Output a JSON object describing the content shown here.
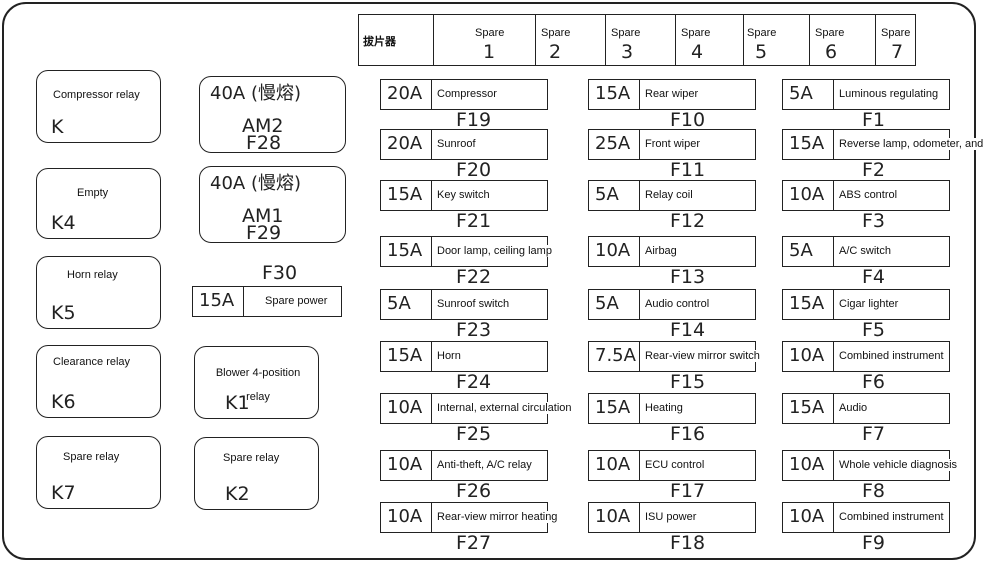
{
  "spare_strip": {
    "header": "拔片器",
    "slots": [
      {
        "label": "Spare",
        "number": "1"
      },
      {
        "label": "Spare",
        "number": "2"
      },
      {
        "label": "Spare",
        "number": "3"
      },
      {
        "label": "Spare",
        "number": "4"
      },
      {
        "label": "Spare",
        "number": "5"
      },
      {
        "label": "Spare",
        "number": "6"
      },
      {
        "label": "Spare",
        "number": "7"
      }
    ]
  },
  "relays": {
    "k_unknown": {
      "label": "Compressor relay",
      "code": "K"
    },
    "k4": {
      "label": "Empty",
      "code": "K4"
    },
    "k5": {
      "label": "Horn relay",
      "code": "K5"
    },
    "k6": {
      "label": "Clearance relay",
      "code": "K6"
    },
    "k7": {
      "label": "Spare relay",
      "code": "K7"
    },
    "k1": {
      "label": "Blower 4-position relay",
      "code": "K1"
    },
    "k2": {
      "label": "Spare relay",
      "code": "K2"
    }
  },
  "amp_fuses": {
    "f28": {
      "amp": "40A (慢熔)",
      "name": "AM2",
      "code": "F28"
    },
    "f29": {
      "amp": "40A (慢熔)",
      "name": "AM1",
      "code": "F29"
    }
  },
  "f30": {
    "amp": "15A",
    "label": "Spare power",
    "code": "F30"
  },
  "fuses_col1": [
    {
      "amp": "20A",
      "label": "Compressor",
      "code": "F19"
    },
    {
      "amp": "20A",
      "label": "Sunroof",
      "code": "F20"
    },
    {
      "amp": "15A",
      "label": "Key switch",
      "code": "F21"
    },
    {
      "amp": "15A",
      "label": "Door lamp, ceiling lamp",
      "code": "F22"
    },
    {
      "amp": "5A",
      "label": "Sunroof switch",
      "code": "F23"
    },
    {
      "amp": "15A",
      "label": "Horn",
      "code": "F24"
    },
    {
      "amp": "10A",
      "label": "Internal, external circulation",
      "code": "F25"
    },
    {
      "amp": "10A",
      "label": "Anti-theft, A/C relay",
      "code": "F26"
    },
    {
      "amp": "10A",
      "label": "Rear-view mirror heating",
      "code": "F27"
    }
  ],
  "fuses_col2": [
    {
      "amp": "15A",
      "label": "Rear wiper",
      "code": "F10"
    },
    {
      "amp": "25A",
      "label": "Front wiper",
      "code": "F11"
    },
    {
      "amp": "5A",
      "label": "Relay coil",
      "code": "F12"
    },
    {
      "amp": "10A",
      "label": "Airbag",
      "code": "F13"
    },
    {
      "amp": "5A",
      "label": "Audio control",
      "code": "F14"
    },
    {
      "amp": "7.5A",
      "label": "Rear-view mirror switch",
      "code": "F15"
    },
    {
      "amp": "15A",
      "label": "Heating",
      "code": "F16"
    },
    {
      "amp": "10A",
      "label": "ECU control",
      "code": "F17"
    },
    {
      "amp": "10A",
      "label": "ISU power",
      "code": "F18"
    }
  ],
  "fuses_col3": [
    {
      "amp": "5A",
      "label": "Luminous regulating",
      "code": "F1"
    },
    {
      "amp": "15A",
      "label": "Reverse lamp, odometer, and",
      "code": "F2"
    },
    {
      "amp": "10A",
      "label": "ABS control",
      "code": "F3"
    },
    {
      "amp": "5A",
      "label": "A/C switch",
      "code": "F4"
    },
    {
      "amp": "15A",
      "label": "Cigar lighter",
      "code": "F5"
    },
    {
      "amp": "10A",
      "label": "Combined instrument",
      "code": "F6"
    },
    {
      "amp": "15A",
      "label": "Audio",
      "code": "F7"
    },
    {
      "amp": "10A",
      "label": "Whole vehicle diagnosis",
      "code": "F8"
    },
    {
      "amp": "10A",
      "label": "Combined instrument",
      "code": "F9"
    }
  ]
}
